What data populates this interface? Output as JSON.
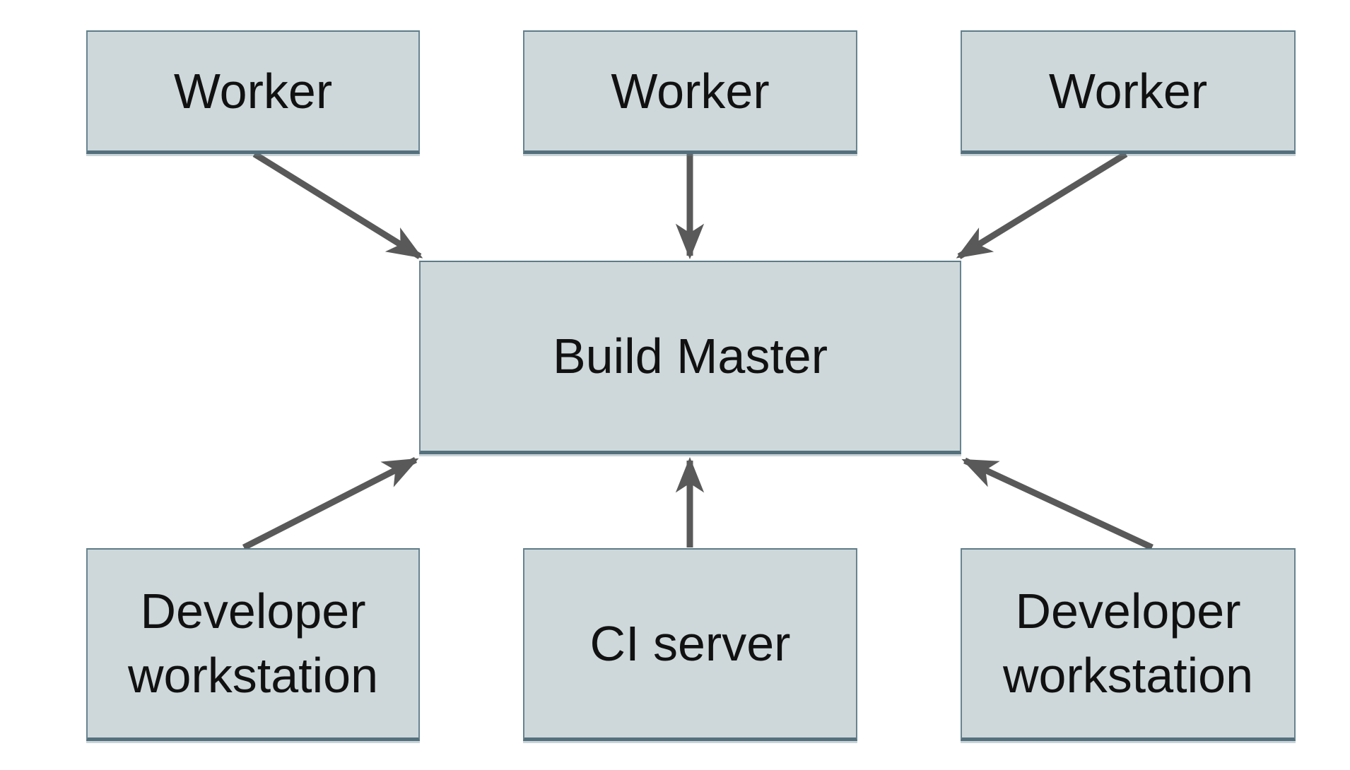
{
  "diagram": {
    "background": "#ffffff",
    "colors": {
      "node_fill": "#ced8da",
      "node_border": "#688490",
      "node_border_bottom": "#54707c",
      "arrow": "#595959",
      "label_text": "#111111"
    },
    "nodes": [
      {
        "id": "worker-1",
        "label": "Worker"
      },
      {
        "id": "worker-2",
        "label": "Worker"
      },
      {
        "id": "worker-3",
        "label": "Worker"
      },
      {
        "id": "build-master",
        "label": "Build Master"
      },
      {
        "id": "developer-workstation-left",
        "label": "Developer workstation"
      },
      {
        "id": "ci-server",
        "label": "CI server"
      },
      {
        "id": "developer-workstation-right",
        "label": "Developer workstation"
      }
    ],
    "edges": [
      {
        "from": "worker-1",
        "to": "build-master",
        "direction": "down-right"
      },
      {
        "from": "worker-2",
        "to": "build-master",
        "direction": "down"
      },
      {
        "from": "worker-3",
        "to": "build-master",
        "direction": "down-left"
      },
      {
        "from": "developer-workstation-left",
        "to": "build-master",
        "direction": "up-right"
      },
      {
        "from": "ci-server",
        "to": "build-master",
        "direction": "up"
      },
      {
        "from": "developer-workstation-right",
        "to": "build-master",
        "direction": "up-left"
      }
    ]
  }
}
